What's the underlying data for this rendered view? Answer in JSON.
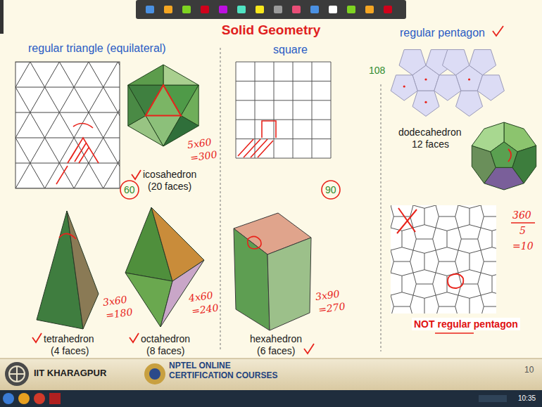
{
  "diagram": {
    "title": "Solid Geometry",
    "nodes": [
      {
        "text": [
          "IIT KHARAGPUR",
          "NPTEL ONLINE CERTIFICATION COURSES"
        ]
      }
    ],
    "labels": [
      "regular triangle (equilateral)",
      "square",
      "regular pentagon",
      "icosahedron",
      "(20 faces)",
      "tetrahedron",
      "(4 faces)",
      "octahedron",
      "(8 faces)",
      "hexahedron",
      "(6 faces)",
      "dodecahedron",
      "12 faces",
      "60",
      "90",
      "108",
      "NOT regular pentagon",
      "10",
      "5x60",
      "=300",
      "3x60",
      "=180",
      "4x60",
      "=240",
      "3x90",
      "=270",
      "360",
      "5",
      "=10",
      "10:35"
    ]
  }
}
